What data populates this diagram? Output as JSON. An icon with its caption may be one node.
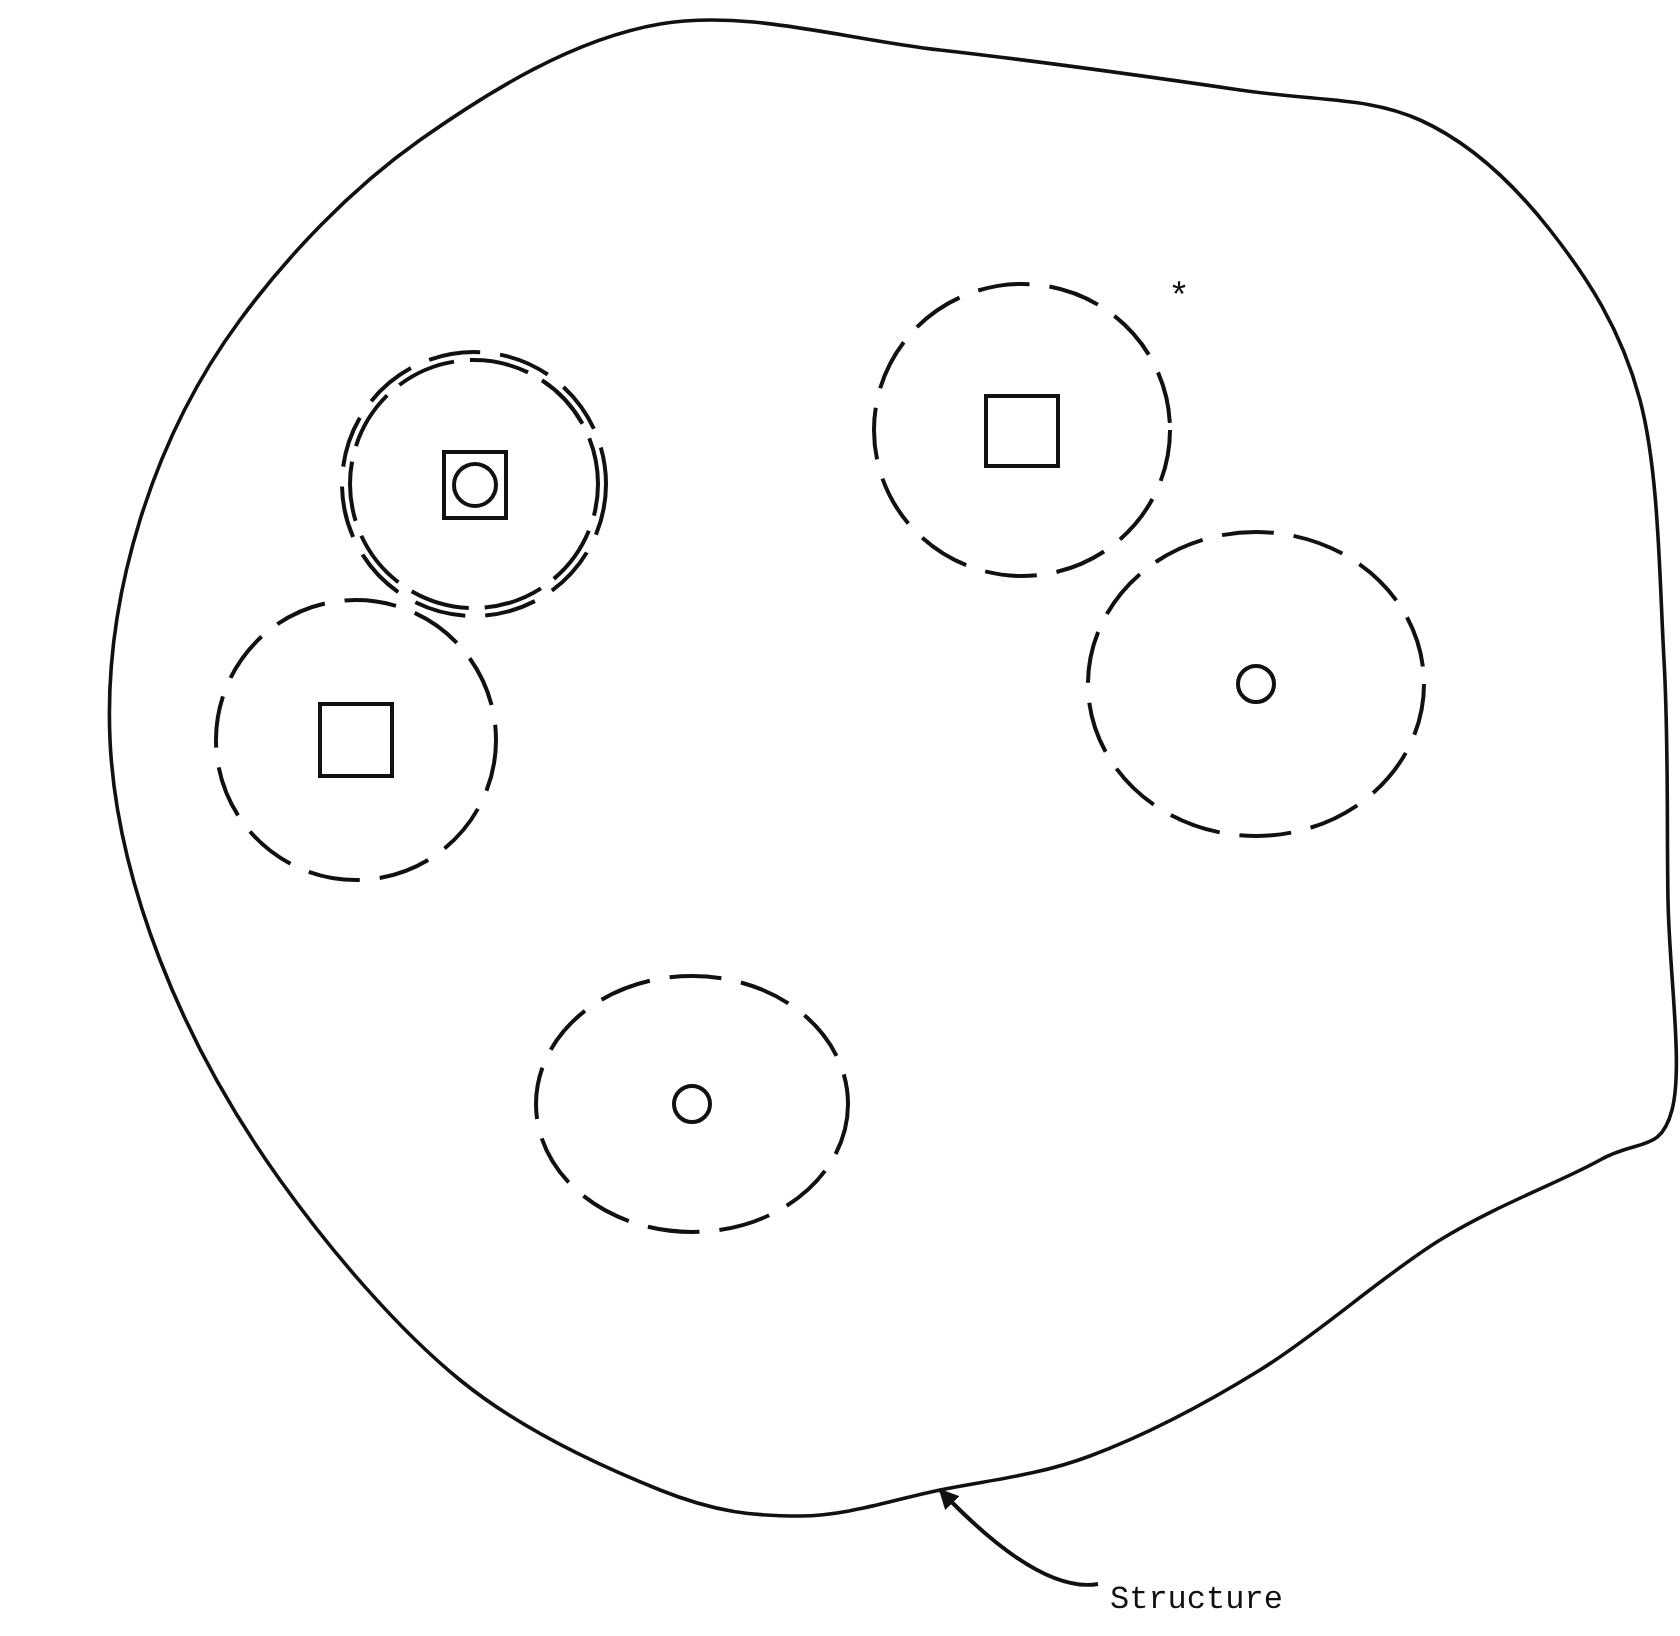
{
  "diagram": {
    "nodes": [
      {
        "text": [],
        "shape": "blob"
      },
      {
        "text": [],
        "shape": "circle",
        "in": 0
      },
      {
        "text": [],
        "shape": "box",
        "in": 1
      },
      {
        "text": [],
        "shape": "circle",
        "in": 2
      },
      {
        "text": [],
        "shape": "circle",
        "in": 0
      },
      {
        "text": [],
        "shape": "box",
        "in": 4
      },
      {
        "text": [],
        "shape": "circle",
        "in": 0
      },
      {
        "text": [],
        "shape": "circle",
        "in": 6
      },
      {
        "text": [],
        "shape": "circle",
        "in": 0
      },
      {
        "text": [],
        "shape": "box",
        "in": 8
      },
      {
        "text": [],
        "shape": "circle",
        "in": 0
      },
      {
        "text": [],
        "shape": "circle",
        "in": 10
      },
      {
        "text": [
          "Structure"
        ]
      }
    ],
    "edges": [
      {
        "from": 12,
        "to": 0,
        "arrow": "to"
      }
    ],
    "labels": [
      "*"
    ]
  }
}
